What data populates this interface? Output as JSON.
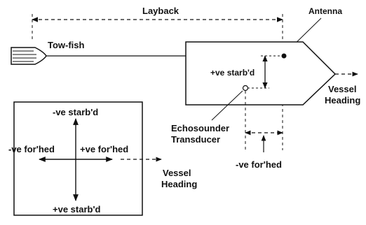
{
  "labels": {
    "layback": "Layback",
    "antenna": "Antenna",
    "tow_fish": "Tow-fish",
    "ve_starbd_top": "+ve starb'd",
    "vessel_heading_1": "Vessel",
    "vessel_heading_2": "Heading",
    "echosounder_1": "Echosounder",
    "echosounder_2": "Transducer",
    "ve_forhed_bottom": "-ve for'hed",
    "box_neg_starbd": "-ve starb'd",
    "box_neg_forhed": "-ve for'hed",
    "box_pos_forhed": "+ve for'hed",
    "box_pos_starbd": "+ve starb'd",
    "box_vessel_1": "Vessel",
    "box_vessel_2": "Heading"
  },
  "colors": {
    "ink": "#111111",
    "background": "#ffffff"
  }
}
